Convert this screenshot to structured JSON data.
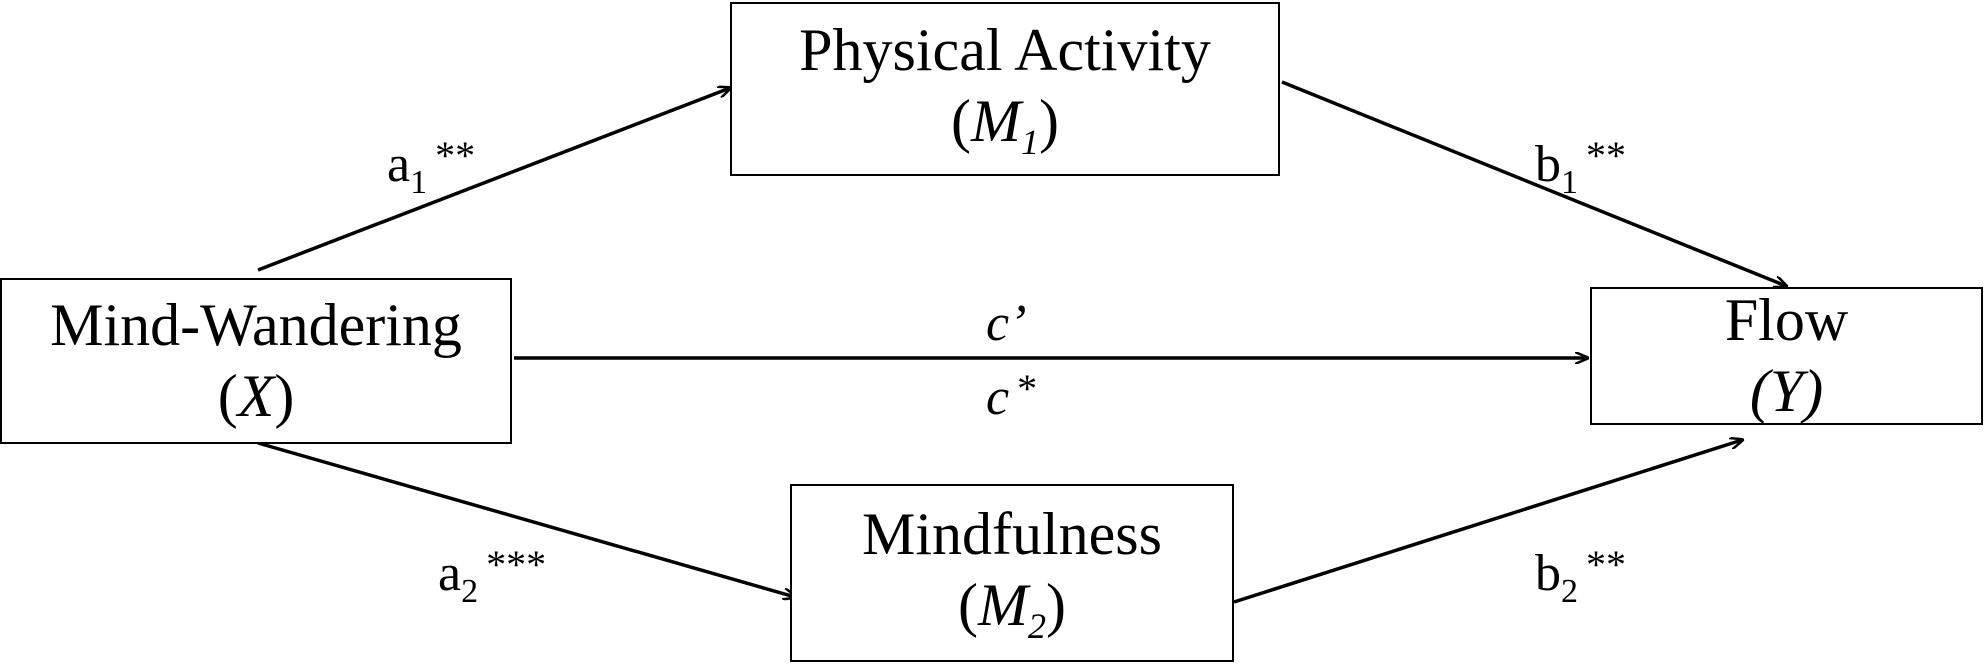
{
  "nodes": {
    "x": {
      "name": "Mind-Wandering",
      "symbol_open": "(",
      "symbol": "X",
      "symbol_sub": "",
      "symbol_close": ")"
    },
    "m1": {
      "name": "Physical Activity",
      "symbol_open": "(",
      "symbol": "M",
      "symbol_sub": "1",
      "symbol_close": ")"
    },
    "m2": {
      "name": "Mindfulness",
      "symbol_open": "(",
      "symbol": "M",
      "symbol_sub": "2",
      "symbol_close": ")"
    },
    "y": {
      "name": "Flow",
      "symbol_open": "(",
      "symbol": "Y",
      "symbol_sub": "",
      "symbol_close": ")"
    }
  },
  "paths": {
    "a1": {
      "letter": "a",
      "sub": "1",
      "stars": "**"
    },
    "b1": {
      "letter": "b",
      "sub": "1",
      "stars": "**"
    },
    "a2": {
      "letter": "a",
      "sub": "2",
      "stars": "***"
    },
    "b2": {
      "letter": "b",
      "sub": "2",
      "stars": "**"
    },
    "c_prime": "c’",
    "c": "c",
    "c_stars": "*"
  },
  "colors": {
    "line": "#000000",
    "background": "#ffffff"
  }
}
